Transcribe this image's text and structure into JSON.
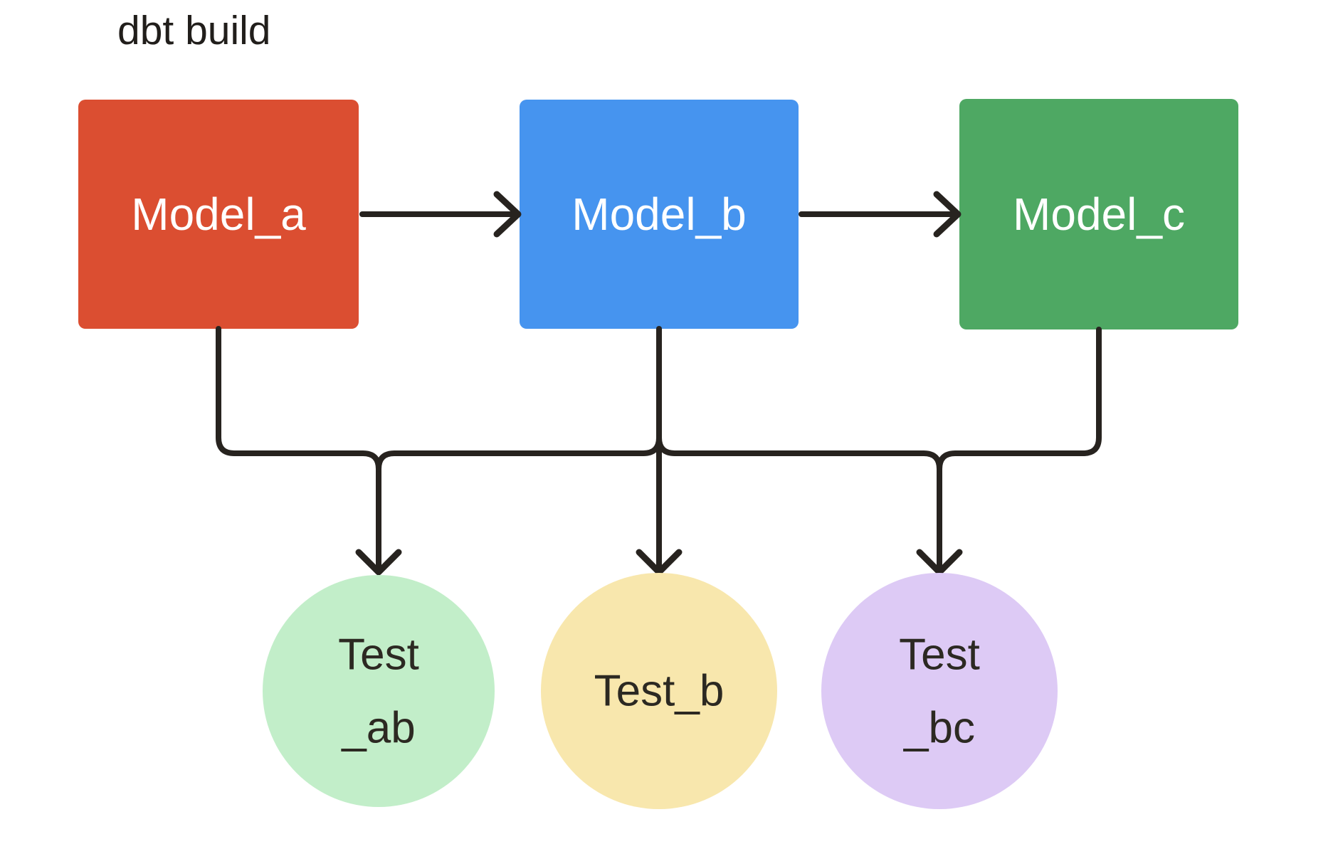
{
  "title": "dbt build",
  "colors": {
    "background": "#ffffff",
    "edge_stroke": "#27231f",
    "title_text": "#211e1b",
    "model_label_text": "#ffffff",
    "test_label_text": "#2c2922",
    "model_a_fill": "#db4e31",
    "model_b_fill": "#4694ef",
    "model_c_fill": "#4ea863",
    "test_ab_fill": "#c2eec9",
    "test_b_fill": "#f8e7ad",
    "test_bc_fill": "#ddcaf5"
  },
  "nodes": {
    "model_a": {
      "label": "Model_a",
      "fill": "#db4e31",
      "shape": "rect"
    },
    "model_b": {
      "label": "Model_b",
      "fill": "#4694ef",
      "shape": "rect"
    },
    "model_c": {
      "label": "Model_c",
      "fill": "#4ea863",
      "shape": "rect"
    },
    "test_ab": {
      "label_line1": "Test",
      "label_line2": "_ab",
      "fill": "#c2eec9",
      "shape": "circle"
    },
    "test_b": {
      "label": "Test_b",
      "fill": "#f8e7ad",
      "shape": "circle"
    },
    "test_bc": {
      "label_line1": "Test",
      "label_line2": "_bc",
      "fill": "#ddcaf5",
      "shape": "circle"
    }
  },
  "edges": [
    {
      "from": "Model_a",
      "to": "Model_b"
    },
    {
      "from": "Model_b",
      "to": "Model_c"
    },
    {
      "from": "Model_a",
      "to": "Test_ab"
    },
    {
      "from": "Model_b",
      "to": "Test_ab"
    },
    {
      "from": "Model_b",
      "to": "Test_b"
    },
    {
      "from": "Model_b",
      "to": "Test_bc"
    },
    {
      "from": "Model_c",
      "to": "Test_bc"
    }
  ]
}
